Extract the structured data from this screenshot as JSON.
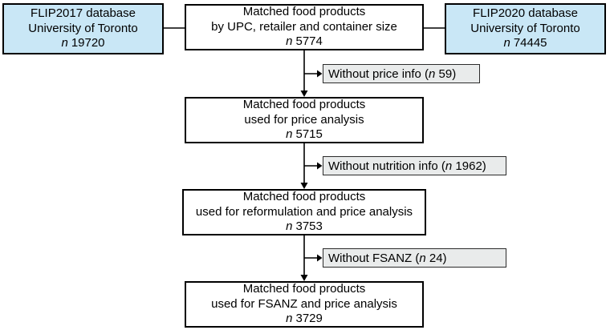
{
  "diagram": {
    "type": "flowchart",
    "sources": {
      "left": {
        "line1": "FLIP2017 database",
        "line2": "University of Toronto",
        "n_label": "n",
        "n_value": "19720"
      },
      "right": {
        "line1": "FLIP2020 database",
        "line2": "University of Toronto",
        "n_label": "n",
        "n_value": "74445"
      }
    },
    "steps": [
      {
        "line1": "Matched food products",
        "line2": "by UPC, retailer and container size",
        "n_label": "n",
        "n_value": "5774"
      },
      {
        "line1": "Matched food products",
        "line2": "used for price analysis",
        "n_label": "n",
        "n_value": "5715"
      },
      {
        "line1": "Matched food products",
        "line2": "used for reformulation and price analysis",
        "n_label": "n",
        "n_value": "3753"
      },
      {
        "line1": "Matched food products",
        "line2": "used for FSANZ and price analysis",
        "n_label": "n",
        "n_value": "3729"
      }
    ],
    "exclusions": [
      {
        "before": "Without price info (",
        "n_label": "n",
        "after": " 59)"
      },
      {
        "before": "Without nutrition info (",
        "n_label": "n",
        "after": " 1962)"
      },
      {
        "before": "Without FSANZ (",
        "n_label": "n",
        "after": " 24)"
      }
    ],
    "colors": {
      "source_fill": "#c9e7f6",
      "step_fill": "#ffffff",
      "exclusion_fill": "#e9ebeb",
      "border": "#000000",
      "line": "#000000"
    }
  }
}
